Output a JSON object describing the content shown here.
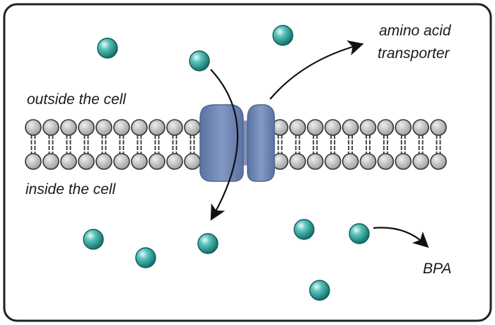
{
  "labels": {
    "outside": "outside the cell",
    "inside": "inside the cell",
    "transporter_line1": "amino acid",
    "transporter_line2": "transporter",
    "bpa": "BPA"
  },
  "colors": {
    "molecule": "#1f8f8a",
    "transporter": "#6f87b3",
    "lipid_head": "#c2c2c2",
    "frame": "#222222"
  },
  "icons": {
    "molecule": "teal-sphere-icon",
    "transporter": "membrane-protein-icon"
  }
}
